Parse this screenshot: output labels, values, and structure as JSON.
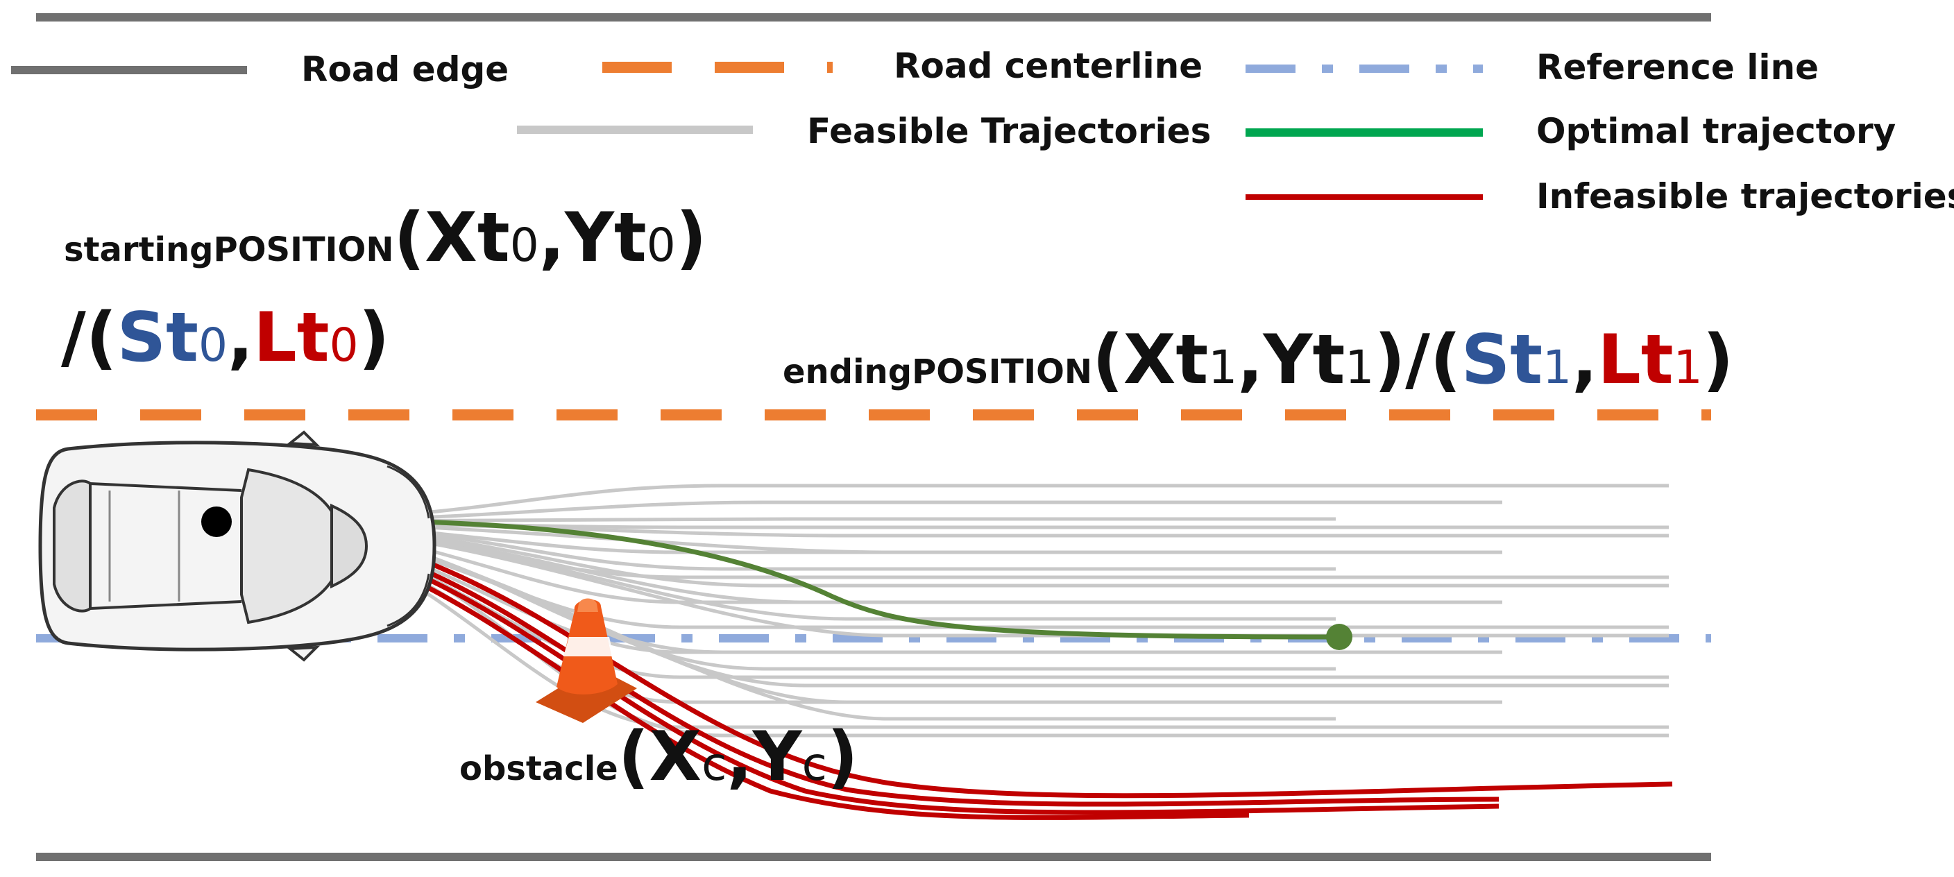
{
  "colors": {
    "road_edge": "#707070",
    "road_centerline": "#ed7d31",
    "reference_line": "#8faadc",
    "feasible": "#c8c8c8",
    "optimal": "#548235",
    "infeasible": "#c00000",
    "s_blue": "#2f5597",
    "l_red": "#c00000",
    "cone": "#f05a1a",
    "text": "#111111"
  },
  "legend": {
    "road_edge": "Road edge",
    "road_centerline": "Road centerline",
    "reference_line": "Reference line",
    "feasible": "Feasible Trajectories",
    "optimal": "Optimal trajectory",
    "infeasible": "Infeasible trajectories"
  },
  "start": {
    "prefix": "startingPOSITION",
    "open": "(",
    "x": "Xt",
    "x_sub": "0",
    "comma": ",",
    "y": "Yt",
    "y_sub": "0",
    "close": ")",
    "slash_open": "/(",
    "s": "St",
    "s_sub": "0",
    "comma2": ",",
    "l": "Lt",
    "l_sub": "0",
    "close2": ")"
  },
  "end": {
    "prefix": "endingPOSITION",
    "open": "(",
    "x": "Xt",
    "x_sub": "1",
    "comma": ",",
    "y": "Yt",
    "y_sub": "1",
    "close_slash": ")/(",
    "s": "St",
    "s_sub": "1",
    "comma2": ",",
    "l": "Lt",
    "l_sub": "1",
    "close2": ")"
  },
  "obstacle": {
    "prefix": "obstacle",
    "open": "(",
    "x": "X",
    "x_sub": "c",
    "comma": ",",
    "y": "Y",
    "y_sub": "c",
    "close": ")"
  },
  "icons": {
    "vehicle": "car-top-view-icon",
    "obstacle": "traffic-cone-icon"
  }
}
